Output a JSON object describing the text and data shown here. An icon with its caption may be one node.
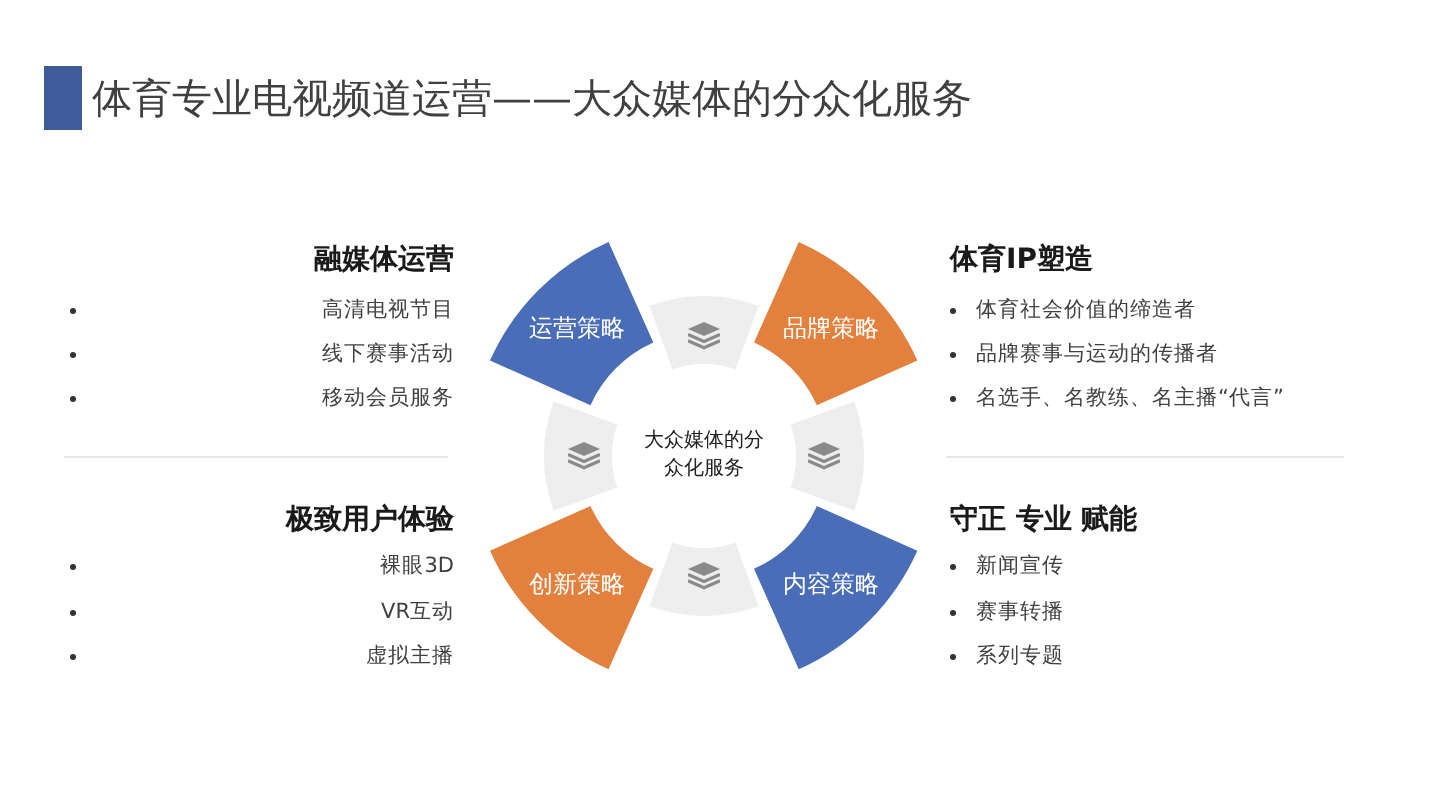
{
  "diagram": {
    "title": "体育专业电视频道运营——大众媒体的分众化服务",
    "nodes": [
      {
        "text": [
          "运营策略"
        ]
      },
      {
        "text": [
          "品牌策略"
        ]
      },
      {
        "text": [
          "大众媒体的分众化服务"
        ]
      },
      {
        "text": [
          "创新策略"
        ]
      },
      {
        "text": [
          "内容策略"
        ]
      }
    ],
    "labels": [
      "融媒体运营",
      "高清电视节目",
      "线下赛事活动",
      "移动会员服务",
      "体育IP塑造",
      "体育社会价值的缔造者",
      "品牌赛事与运动的传播者",
      "名选手、名教练、名主播“代言”",
      "极致用户体验",
      "裸眼3D",
      "VR互动",
      "虚拟主播",
      "守正 专业 赋能",
      "新闻宣传",
      "赛事转播",
      "系列专题"
    ]
  }
}
